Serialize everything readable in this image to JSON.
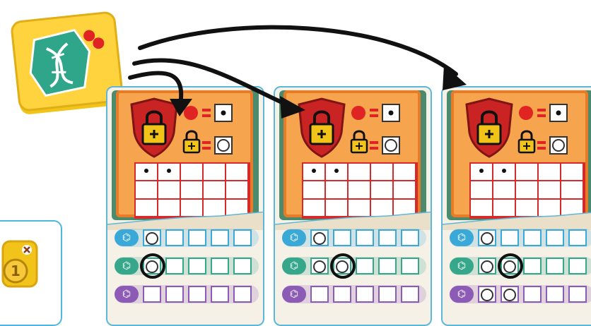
{
  "colors": {
    "card_border": "#5db7d8",
    "orange_panel": "#f6a44e",
    "red": "#d62a2a",
    "shield": "#c92324",
    "lock": "#f2c318",
    "die_yellow": "#f2c318",
    "die_teal": "#2fa58a",
    "row_blue": "#3aa9d8",
    "row_teal": "#37a78c",
    "row_purple": "#8b5bb6",
    "row_orange": "#f08a2c",
    "arrow": "#111111"
  },
  "die": {
    "icon": "dna-icon",
    "pips": 2
  },
  "left_token": {
    "icon": "coin-icon"
  },
  "cards": [
    {
      "id": "card-1",
      "shield_icon": "shield-lock-icon",
      "legend_rows": [
        {
          "icon": "red-dot-icon",
          "symbol": "=",
          "result": "dot-box"
        },
        {
          "icon": "lock-icon",
          "symbol": "=",
          "result": "circle-box"
        }
      ],
      "grid_dots": [
        0,
        1
      ],
      "rows": [
        {
          "color": "blue",
          "icon": "dna-icon",
          "slots": [
            "circle",
            "empty",
            "empty",
            "empty",
            "empty"
          ]
        },
        {
          "color": "teal",
          "icon": "dna-icon",
          "slots": [
            "circle-big",
            "empty",
            "empty",
            "empty",
            "empty"
          ]
        },
        {
          "color": "purple",
          "icon": "dna-icon",
          "slots": [
            "empty",
            "empty",
            "empty",
            "empty",
            "empty"
          ]
        }
      ]
    },
    {
      "id": "card-2",
      "shield_icon": "shield-lock-icon",
      "legend_rows": [
        {
          "icon": "red-dot-icon",
          "symbol": "=",
          "result": "dot-box"
        },
        {
          "icon": "lock-icon",
          "symbol": "=",
          "result": "circle-box"
        }
      ],
      "grid_dots": [
        0,
        1
      ],
      "rows": [
        {
          "color": "blue",
          "icon": "dna-icon",
          "slots": [
            "circle",
            "empty",
            "empty",
            "empty",
            "empty"
          ]
        },
        {
          "color": "teal",
          "icon": "dna-icon",
          "slots": [
            "circle",
            "circle-big",
            "empty",
            "empty",
            "empty"
          ]
        },
        {
          "color": "purple",
          "icon": "dna-icon",
          "slots": [
            "empty",
            "empty",
            "empty",
            "empty",
            "empty"
          ]
        }
      ]
    },
    {
      "id": "card-3",
      "shield_icon": "shield-lock-icon",
      "legend_rows": [
        {
          "icon": "red-dot-icon",
          "symbol": "=",
          "result": "dot-box"
        },
        {
          "icon": "lock-icon",
          "symbol": "=",
          "result": "circle-box"
        }
      ],
      "grid_dots": [
        0,
        1
      ],
      "rows": [
        {
          "color": "blue",
          "icon": "dna-icon",
          "slots": [
            "circle",
            "empty",
            "empty",
            "empty",
            "empty"
          ]
        },
        {
          "color": "teal",
          "icon": "dna-icon",
          "slots": [
            "circle",
            "circle-big",
            "empty",
            "empty",
            "empty"
          ]
        },
        {
          "color": "purple",
          "icon": "dna-icon",
          "slots": [
            "circle",
            "circle",
            "empty",
            "empty",
            "empty"
          ]
        }
      ]
    }
  ]
}
